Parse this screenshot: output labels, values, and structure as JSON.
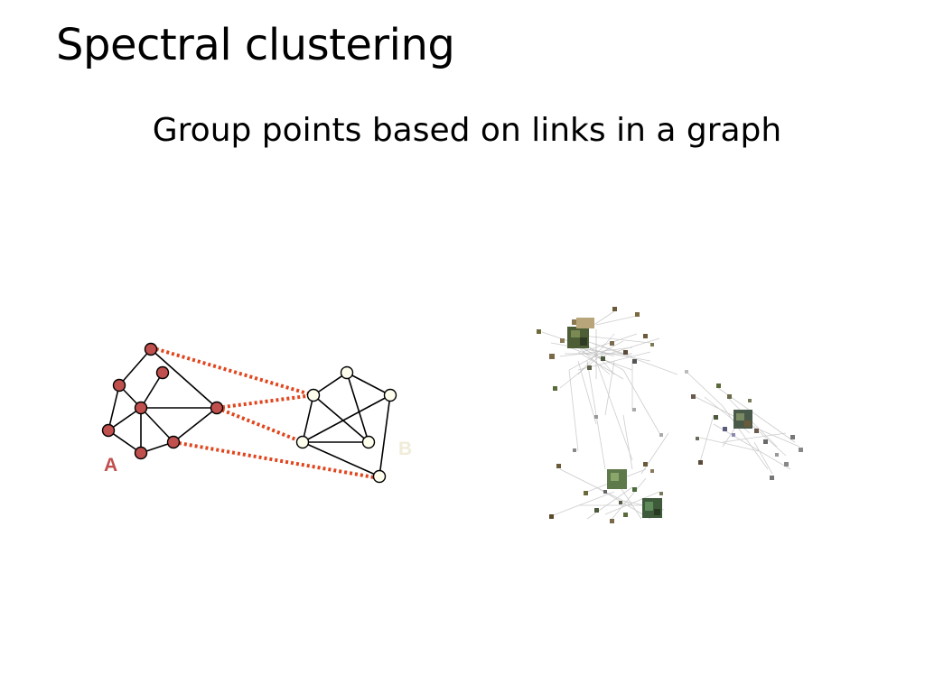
{
  "slide": {
    "title": "Spectral clustering",
    "subtitle": "Group points based on links in a graph"
  },
  "diagram": {
    "cluster_a_label": "A",
    "cluster_b_label": "B",
    "colors": {
      "cluster_a_node": "#c0504d",
      "cluster_b_node": "#ffffee",
      "cut_edge": "#e0461e",
      "label_a": "#c0504d",
      "label_b": "#f0ecd8"
    }
  },
  "image_graph": {
    "description_icon": "image-similarity-graph",
    "cluster_count": 3
  }
}
